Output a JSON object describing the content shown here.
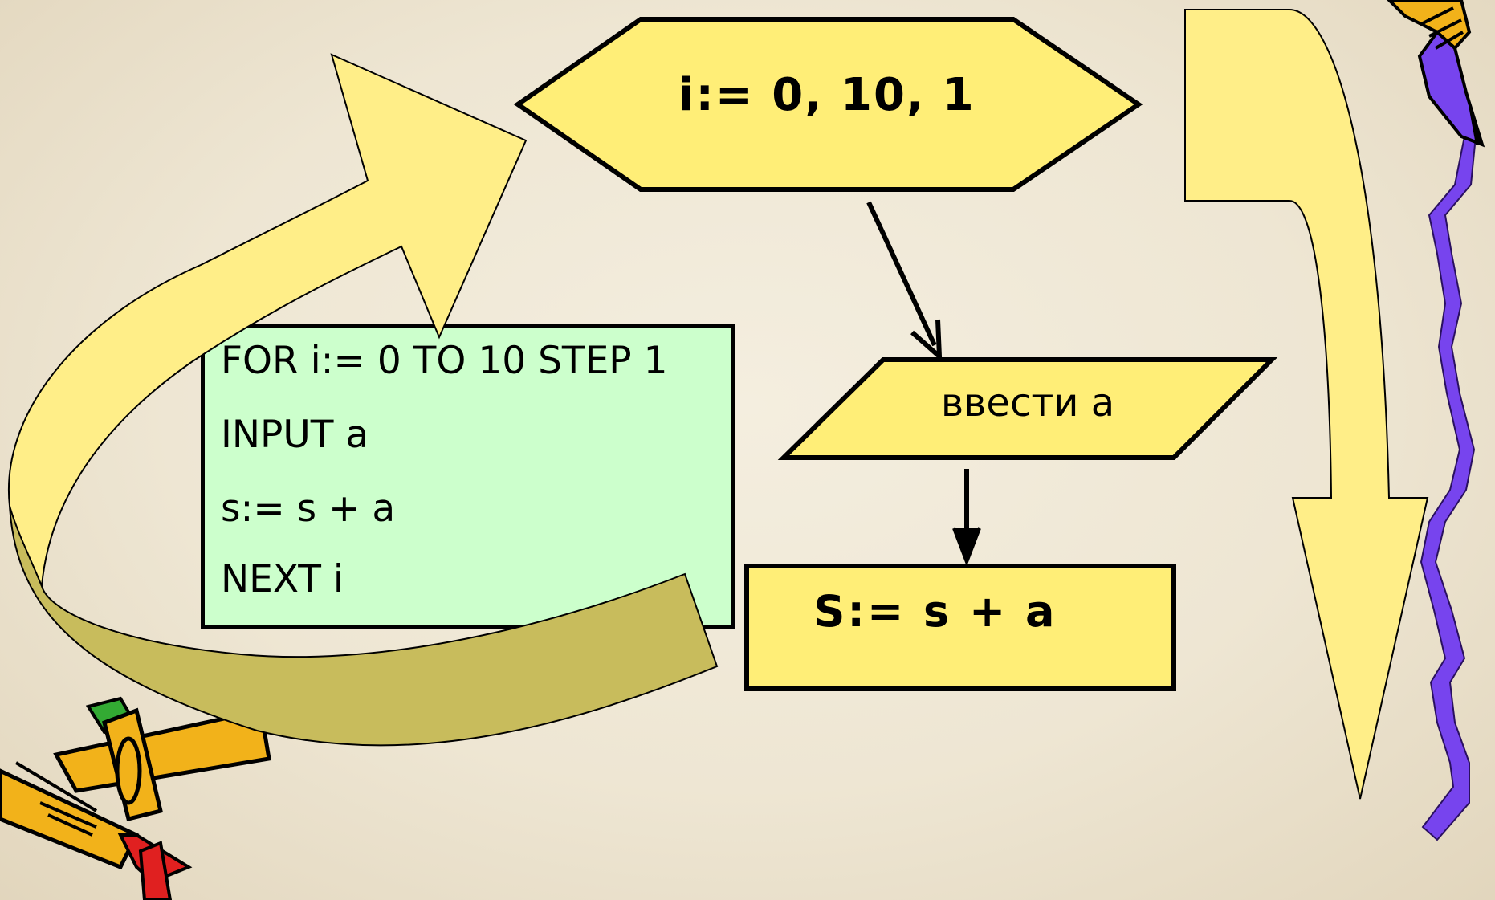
{
  "loop_header": {
    "text": "i:= 0, 10, 1"
  },
  "input_block": {
    "text": "ввести a"
  },
  "process_block": {
    "text": "S:= s + a"
  },
  "code": {
    "lines": [
      "FOR i:= 0 TO 10 STEP 1",
      "INPUT a",
      "s:= s + a",
      "NEXT i"
    ]
  },
  "colors": {
    "block_fill": "#ffee77",
    "code_fill": "#ccffcc",
    "arrow_fill": "#ffee88",
    "arrow_underside": "#c8bc5c",
    "purple_squiggle": "#7744ee",
    "pencil_body": "#f2b21a"
  },
  "icons": [
    "pencil-clipart",
    "purple-squiggle"
  ]
}
